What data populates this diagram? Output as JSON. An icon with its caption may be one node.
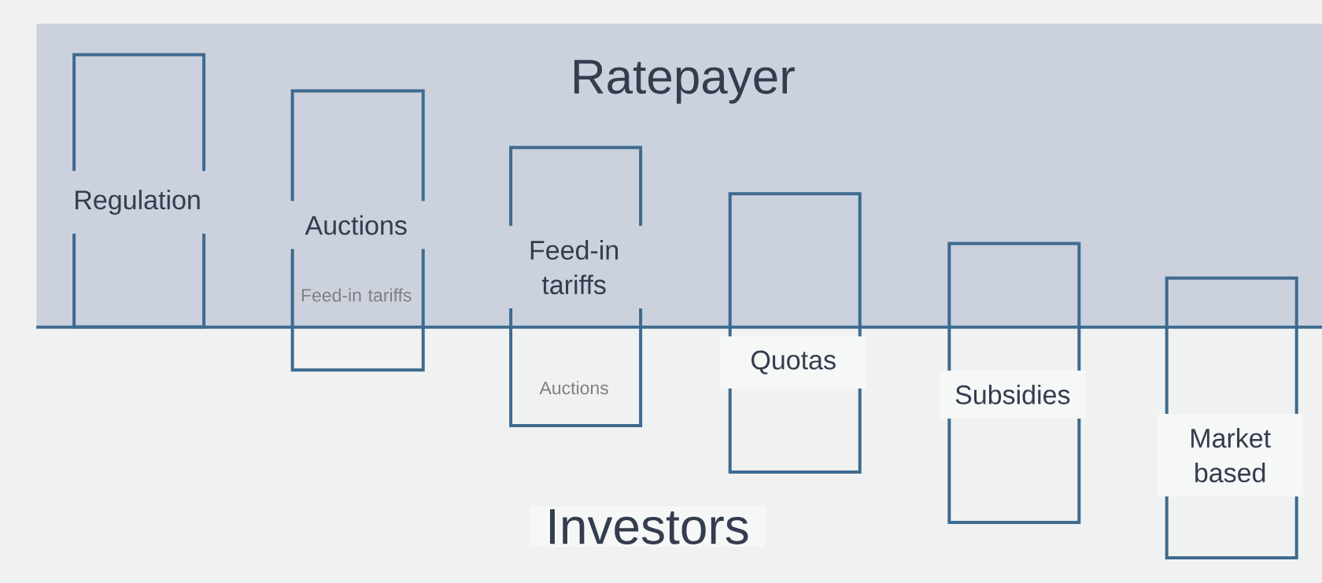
{
  "diagram": {
    "nodes": [
      {
        "text": [
          "Ratepayer"
        ]
      },
      {
        "text": [
          "Regulation"
        ],
        "in": 0
      },
      {
        "text": [
          "Auctions",
          "Feed-in tariffs"
        ]
      },
      {
        "text": [
          "Feed-in tariffs",
          "Auctions"
        ]
      },
      {
        "text": [
          "Quotas"
        ]
      },
      {
        "text": [
          "Subsidies"
        ]
      },
      {
        "text": [
          "Market based"
        ]
      }
    ],
    "labels": [
      "Investors"
    ]
  }
}
